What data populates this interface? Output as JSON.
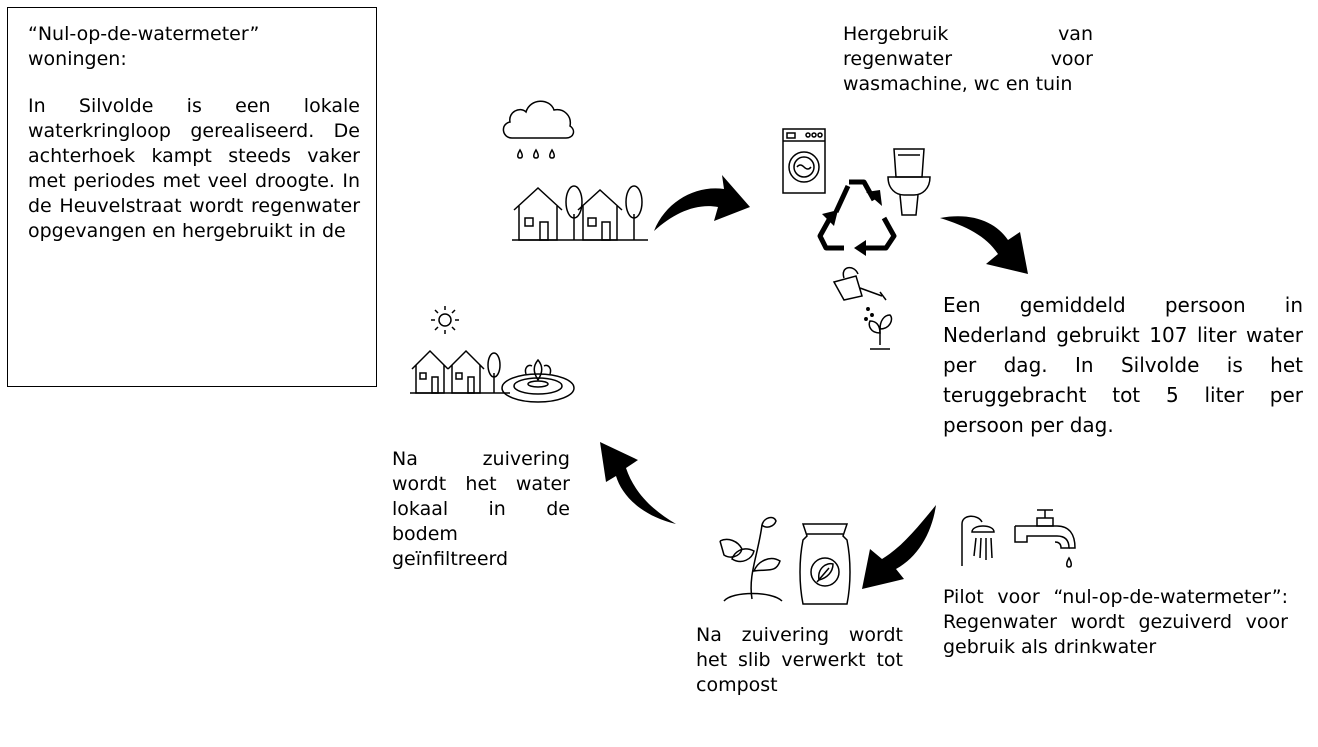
{
  "textbox": {
    "title": "“Nul-op-de-watermeter” woningen:",
    "body": "In Silvolde is een lokale waterkringloop gerealiseerd. De achterhoek kampt steeds vaker met periodes met veel droogte. In de Heuvelstraat wordt regenwater opgevangen en hergebruikt in de"
  },
  "steps": {
    "reuse": "Hergebruik van regenwater voor wasmachine, wc en tuin",
    "usage": "Een gemiddeld persoon in Nederland gebruikt 107 liter water per dag. In Silvolde is het teruggebracht tot 5 liter per persoon per dag.",
    "pilot": "Pilot voor “nul-op-de-watermeter”: Regenwater wordt gezuiverd voor gebruik als drinkwater",
    "sludge": "Na zuivering wordt het slib verwerkt tot compost",
    "infiltration": "Na zuivering wordt het water lokaal in de bodem geïnfiltreerd"
  },
  "icons": [
    "rain-cloud-icon",
    "houses-trees-icon",
    "washing-machine-icon",
    "toilet-icon",
    "recycle-icon",
    "watering-can-icon",
    "sprout-icon",
    "shower-icon",
    "tap-icon",
    "plant-icon",
    "compost-bag-icon",
    "sun-icon",
    "houses-icon",
    "water-drop-ripple-icon"
  ]
}
